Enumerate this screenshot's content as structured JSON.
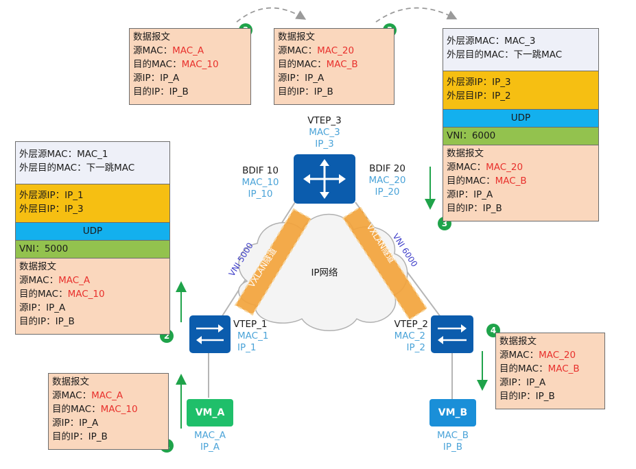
{
  "cloud_label": "IP网络",
  "tunnels": {
    "left": "VXLAN隧道",
    "right": "VXLAN隧道",
    "left_vni": "VNI 5000",
    "right_vni": "VNI 6000"
  },
  "vtep3": {
    "name": "VTEP_3",
    "mac": "MAC_3",
    "ip": "IP_3"
  },
  "bdif10": {
    "name": "BDIF 10",
    "mac": "MAC_10",
    "ip": "IP_10"
  },
  "bdif20": {
    "name": "BDIF 20",
    "mac": "MAC_20",
    "ip": "IP_20"
  },
  "vtep1": {
    "name": "VTEP_1",
    "mac": "MAC_1",
    "ip": "IP_1"
  },
  "vtep2": {
    "name": "VTEP_2",
    "mac": "MAC_2",
    "ip": "IP_2"
  },
  "vma": {
    "name": "VM_A",
    "mac": "MAC_A",
    "ip": "IP_A"
  },
  "vmb": {
    "name": "VM_B",
    "mac": "MAC_B",
    "ip": "IP_B"
  },
  "steps": {
    "s1": "1",
    "s2": "2",
    "s3a": "3",
    "s3b": "3",
    "s3c": "3",
    "s4": "4"
  },
  "packet1": {
    "title": "数据报文",
    "l1": "源MAC：",
    "v1": "MAC_A",
    "l2": "目的MAC：",
    "v2": "MAC_10",
    "l3": "源IP：IP_A",
    "l4": "目的IP：IP_B"
  },
  "packet2": {
    "eth1": "外层源MAC：MAC_1",
    "eth2": "外层目的MAC：下一跳MAC",
    "ip1": "外层源IP：IP_1",
    "ip2": "外层目IP：IP_3",
    "udp": "UDP",
    "vni": "VNI：5000",
    "title": "数据报文",
    "l1": "源MAC：",
    "v1": "MAC_A",
    "l2": "目的MAC：",
    "v2": "MAC_10",
    "l3": "源IP：IP_A",
    "l4": "目的IP：IP_B"
  },
  "packet3a": {
    "title": "数据报文",
    "l1": "源MAC：",
    "v1": "MAC_A",
    "l2": "目的MAC：",
    "v2": "MAC_10",
    "l3": "源IP：IP_A",
    "l4": "目的IP：IP_B"
  },
  "packet3b": {
    "title": "数据报文",
    "l1": "源MAC：",
    "v1": "MAC_20",
    "l2": "目的MAC：",
    "v2": "MAC_B",
    "l3": "源IP：IP_A",
    "l4": "目的IP：IP_B"
  },
  "packet3c": {
    "eth1": "外层源MAC：MAC_3",
    "eth2": "外层目的MAC：下一跳MAC",
    "ip1": "外层源IP：IP_3",
    "ip2": "外层目IP：IP_2",
    "udp": "UDP",
    "vni": "VNI：6000",
    "title": "数据报文",
    "l1": "源MAC：",
    "v1": "MAC_20",
    "l2": "目的MAC：",
    "v2": "MAC_B",
    "l3": "源IP：IP_A",
    "l4": "目的IP：IP_B"
  },
  "packet4": {
    "title": "数据报文",
    "l1": "源MAC：",
    "v1": "MAC_20",
    "l2": "目的MAC：",
    "v2": "MAC_B",
    "l3": "源IP：IP_A",
    "l4": "目的IP：IP_B"
  },
  "colors": {
    "payload": "#fad7bd",
    "eth": "#eef0f8",
    "ip": "#f6bf12",
    "udp": "#13b0ee",
    "vni": "#93c24e",
    "device": "#0b5cad",
    "vm_a": "#1fbf6a",
    "vm_b": "#1a8fd8",
    "tunnel": "#f3a43c",
    "value_red": "#e8302c",
    "label_blue": "#4aa3d8",
    "step_green": "#1fa34a"
  },
  "icons": {
    "vtep3": "router-icon",
    "vtep1": "switch-icon",
    "vtep2": "switch-icon",
    "cloud": "cloud-icon"
  }
}
